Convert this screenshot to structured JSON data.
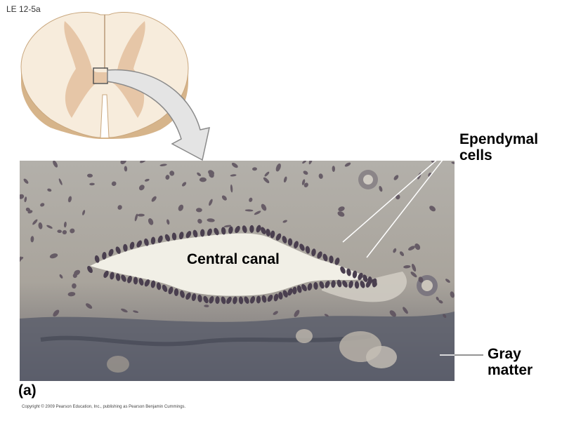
{
  "figure_id": "LE 12-5a",
  "panel_label": "(a)",
  "labels": {
    "central_canal": "Central canal",
    "ependymal_cells": [
      "Ependymal",
      "cells"
    ],
    "gray_matter": [
      "Gray",
      "matter"
    ]
  },
  "copyright": "Copyright © 2009 Pearson Education, Inc., publishing as Pearson Benjamin Cummings.",
  "colors": {
    "white_matter": "#f7ecdc",
    "gray_matter": "#e6c6a7",
    "cord_side": "#d6b48a",
    "tissue": "#aaa69f",
    "canal": "#f1efe6",
    "nuclei": "#4a3f4f"
  }
}
